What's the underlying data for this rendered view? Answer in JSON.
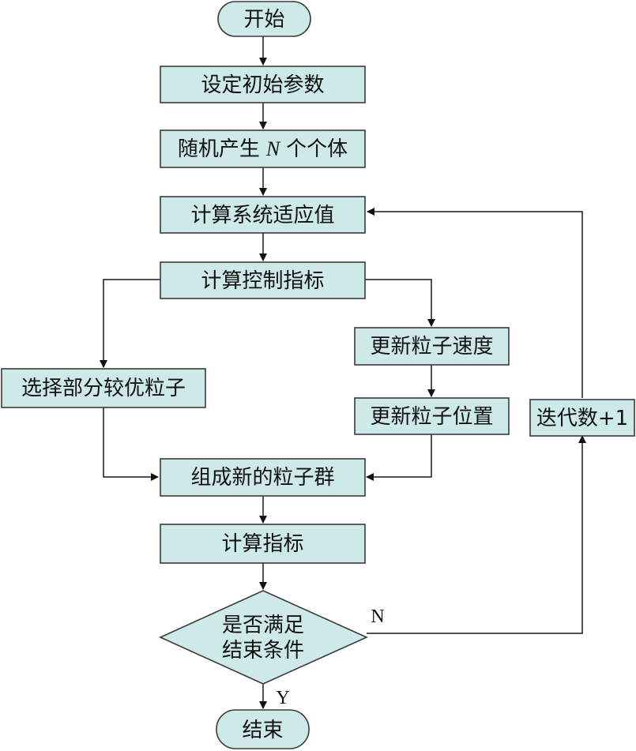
{
  "nodes": {
    "start": "开始",
    "set_params": "设定初始参数",
    "gen_prefix": "随机产生",
    "gen_var": "N",
    "gen_suffix": "个个体",
    "calc_fitness": "计算系统适应值",
    "calc_control": "计算控制指标",
    "select_particles": "选择部分较优粒子",
    "update_velocity": "更新粒子速度",
    "update_position": "更新粒子位置",
    "form_swarm": "组成新的粒子群",
    "calc_index": "计算指标",
    "decision_line1": "是否满足",
    "decision_line2": "结束条件",
    "iterate": "迭代数+1",
    "end": "结束"
  },
  "edge_labels": {
    "no": "N",
    "yes": "Y"
  },
  "colors": {
    "node_fill": "#cde9e8",
    "stroke": "#3a3a3a"
  }
}
